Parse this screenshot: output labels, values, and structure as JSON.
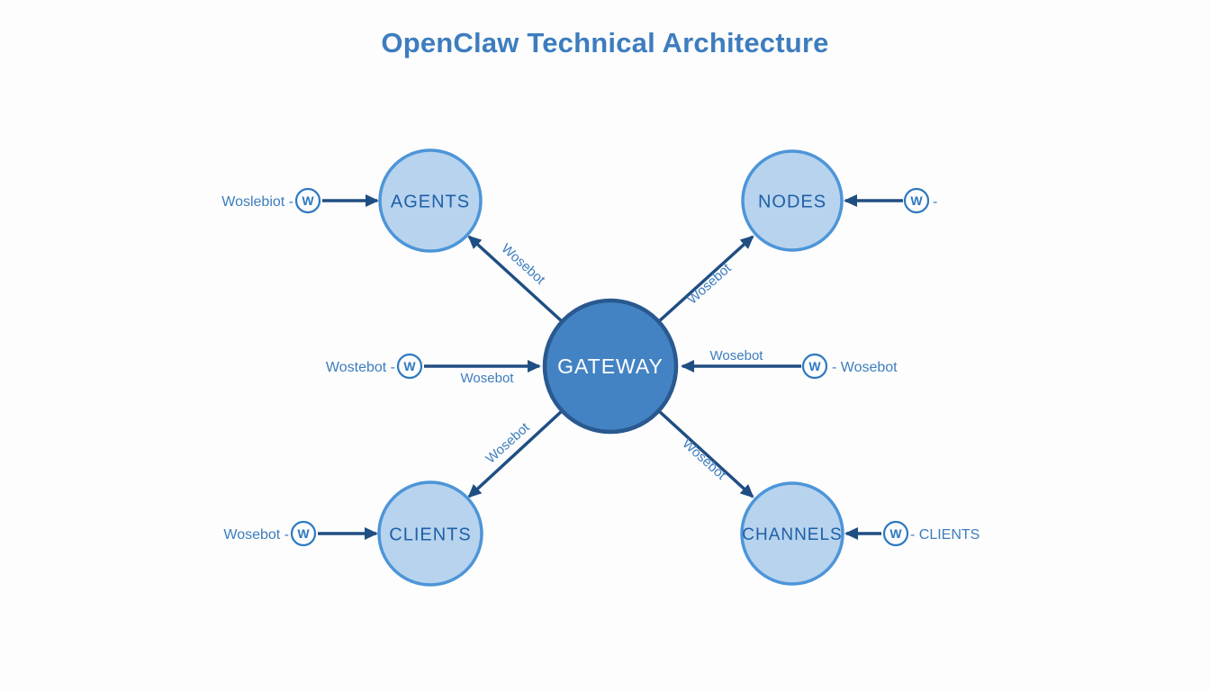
{
  "title": "OpenClaw Technical Architecture",
  "nodes": {
    "gateway": "GATEWAY",
    "agents": "AGENTS",
    "nodes": "NODES",
    "clients": "CLIENTS",
    "channels": "CHANNELS"
  },
  "sources": {
    "w_badge": "W",
    "agents_left": "Woslebiot -",
    "nodes_right": "-",
    "gateway_left": "Wostebot -",
    "gateway_right": "- Wosebot",
    "clients_left": "Wosebot -",
    "channels_right": "- CLIENTS"
  },
  "edge_labels": {
    "gateway_in_left": "Wosebot",
    "gateway_in_right": "Wosebot",
    "gateway_to_agents": "Wosebot",
    "gateway_to_nodes": "Wosebot",
    "gateway_to_clients": "Wosebot",
    "gateway_to_channels": "Wosebot"
  },
  "colors": {
    "title_blue": "#3d7dbe",
    "arrow_navy": "#1f4e82",
    "node_fill": "#b7d3ee",
    "node_stroke": "#4d95d8",
    "node_text": "#1e5fa6",
    "gateway_fill": "#4383c4",
    "gateway_stroke": "#29598f",
    "gateway_text": "#ffffff",
    "label_blue": "#3d7dbe"
  }
}
